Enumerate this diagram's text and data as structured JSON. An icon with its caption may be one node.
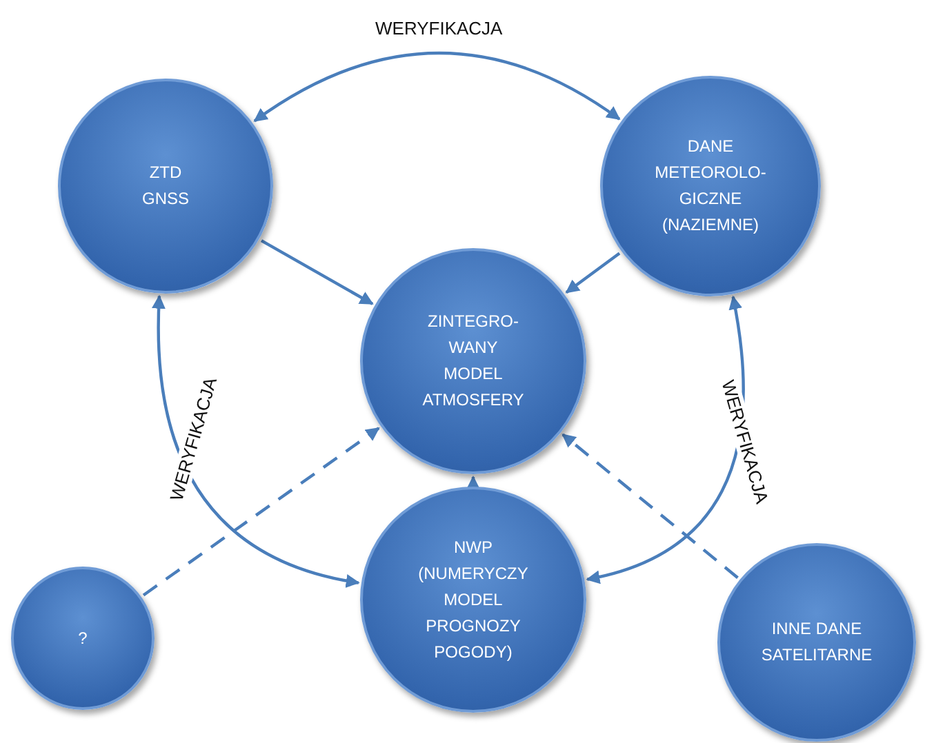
{
  "diagram": {
    "nodes": [
      {
        "text": [
          "ZTD GNSS"
        ]
      },
      {
        "text": [
          "DANE METEOROLO- GICZNE (NAZIEMNE)"
        ]
      },
      {
        "text": [
          "ZINTEGRO- WANY MODEL ATMOSFERY"
        ]
      },
      {
        "text": [
          "?"
        ]
      },
      {
        "text": [
          "NWP (NUMERYCZY MODEL PROGNOZY POGODY)"
        ]
      },
      {
        "text": [
          "INNE DANE SATELITARNE"
        ]
      }
    ],
    "edges": [
      {
        "from": 0,
        "to": 1,
        "arrow": "both",
        "label": "WERYFIKACJA"
      },
      {
        "from": 0,
        "to": 2,
        "arrow": "to"
      },
      {
        "from": 1,
        "to": 2,
        "arrow": "to"
      },
      {
        "from": 0,
        "to": 4,
        "arrow": "both",
        "label": "WERYFIKACJA"
      },
      {
        "from": 1,
        "to": 4,
        "arrow": "both",
        "label": "WERYFIKACJA"
      },
      {
        "from": 3,
        "to": 2,
        "arrow": "to",
        "style": "dashed"
      },
      {
        "from": 4,
        "to": 2,
        "arrow": "to"
      },
      {
        "from": 5,
        "to": 2,
        "arrow": "to",
        "style": "dashed"
      }
    ]
  }
}
